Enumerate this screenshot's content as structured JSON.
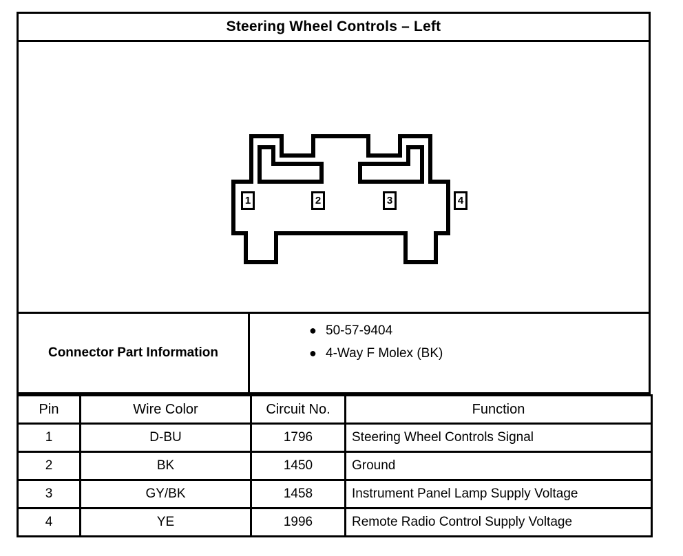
{
  "title": "Steering Wheel Controls – Left",
  "diagram": {
    "name": "4-way-connector-face-view",
    "pins": [
      {
        "label": "1"
      },
      {
        "label": "2"
      },
      {
        "label": "3"
      },
      {
        "label": "4"
      }
    ]
  },
  "part_info": {
    "label": "Connector Part Information",
    "bullet": "●",
    "items": [
      "50-57-9404",
      "4-Way F Molex (BK)"
    ]
  },
  "pin_table": {
    "headers": {
      "pin": "Pin",
      "wire_color": "Wire Color",
      "circuit_no": "Circuit No.",
      "function": "Function"
    },
    "rows": [
      {
        "pin": "1",
        "wire_color": "D-BU",
        "circuit_no": "1796",
        "function": "Steering Wheel Controls Signal"
      },
      {
        "pin": "2",
        "wire_color": "BK",
        "circuit_no": "1450",
        "function": "Ground"
      },
      {
        "pin": "3",
        "wire_color": "GY/BK",
        "circuit_no": "1458",
        "function": "Instrument Panel Lamp Supply Voltage"
      },
      {
        "pin": "4",
        "wire_color": "YE",
        "circuit_no": "1996",
        "function": "Remote Radio Control Supply Voltage"
      }
    ]
  },
  "colors": {
    "line": "#000000",
    "background": "#ffffff"
  }
}
